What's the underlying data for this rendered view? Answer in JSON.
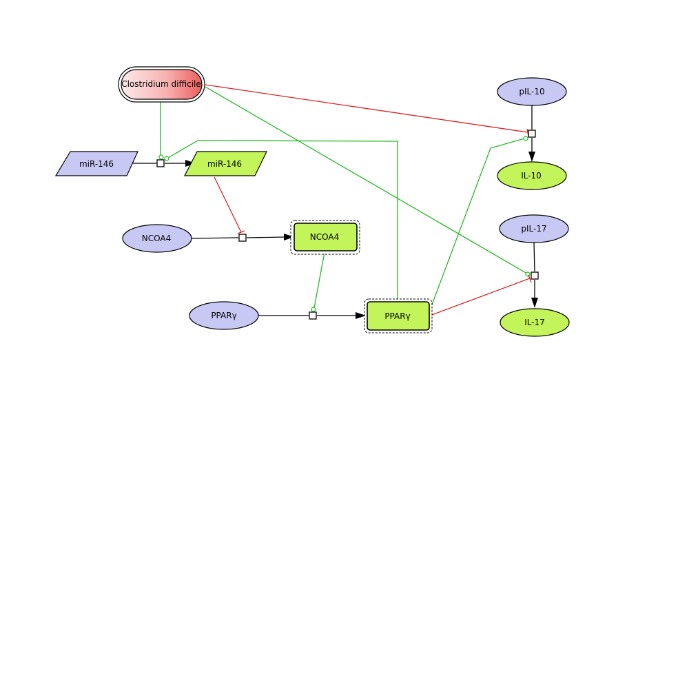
{
  "nodes": {
    "c_difficile": {
      "label": "Clostridium difficile"
    },
    "mir146_in": {
      "label": "miR-146"
    },
    "mir146_out": {
      "label": "miR-146"
    },
    "ncoa4_in": {
      "label": "NCOA4"
    },
    "ncoa4_out": {
      "label": "NCOA4"
    },
    "ppar_in": {
      "label": "PPARγ"
    },
    "ppar_out": {
      "label": "PPARγ"
    },
    "pil10": {
      "label": "pIL-10"
    },
    "il10": {
      "label": "IL-10"
    },
    "pil17": {
      "label": "pIL-17"
    },
    "il17": {
      "label": "IL-17"
    }
  },
  "colors": {
    "input_fill": "#c8c8f5",
    "output_fill": "#c3f55a",
    "stimulation": "#22bb22",
    "inhibition": "#dd2222",
    "edge": "#000000",
    "phenotype_light": "#fde8e8",
    "phenotype_dark": "#ef6a6a"
  }
}
